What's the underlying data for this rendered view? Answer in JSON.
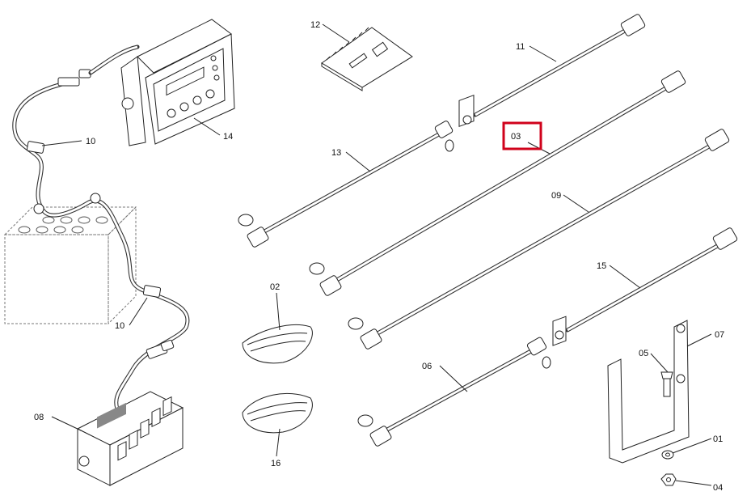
{
  "diagram": {
    "callouts": {
      "c01": "01",
      "c02": "02",
      "c03": "03",
      "c04": "04",
      "c05": "05",
      "c06": "06",
      "c07": "07",
      "c08": "08",
      "c09": "09",
      "c10a": "10",
      "c10b": "10",
      "c11": "11",
      "c12": "12",
      "c13": "13",
      "c14": "14",
      "c15": "15",
      "c16": "16"
    },
    "highlight_color": "#d0021b"
  }
}
